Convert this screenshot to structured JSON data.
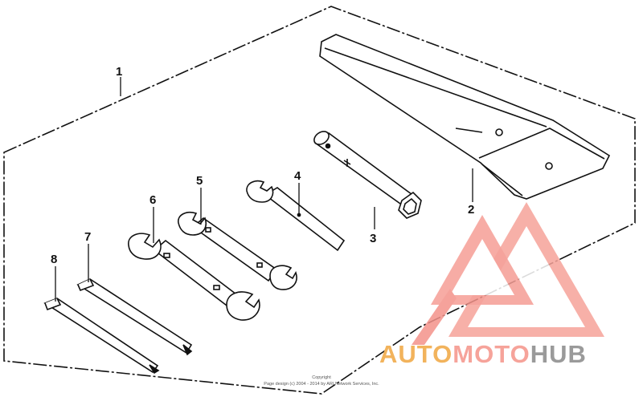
{
  "diagram": {
    "callouts": [
      "1",
      "2",
      "3",
      "4",
      "5",
      "6",
      "7",
      "8"
    ]
  },
  "logo": {
    "part_a": "AUTO",
    "part_b": "MOTO",
    "part_c": "HUB",
    "colors": {
      "auto": "#f2b35c",
      "moto": "#f6a39a",
      "hub": "#9a9a9a",
      "mark": "#f4928a"
    }
  },
  "footer": {
    "line1": "Copyright",
    "line2": "Page design (c) 2004 - 2014 by ARI Network Services, Inc."
  }
}
